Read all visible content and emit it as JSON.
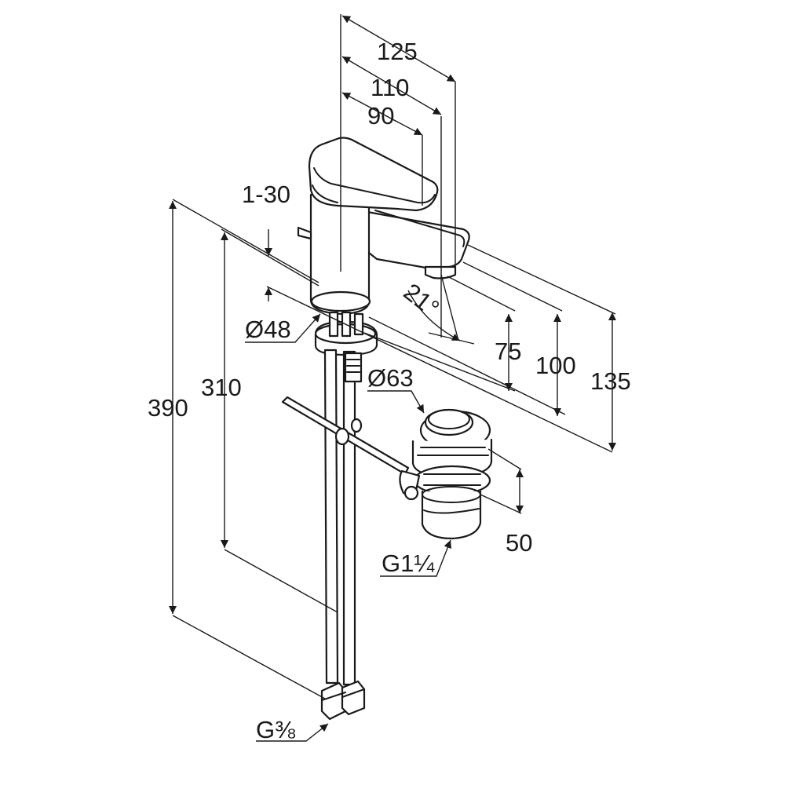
{
  "dimensions": {
    "width_125": "125",
    "width_110": "110",
    "width_90": "90",
    "deck_thickness": "1-30",
    "height_390": "390",
    "height_310": "310",
    "height_135": "135",
    "height_100": "100",
    "height_75": "75",
    "spout_angle": "21°",
    "body_diameter": "Ø48",
    "waste_diameter": "Ø63",
    "waste_height": "50",
    "waste_thread": "G1¼",
    "hose_thread": "G⅜"
  },
  "colors": {
    "line": "#1a1a1a",
    "background": "#ffffff"
  }
}
